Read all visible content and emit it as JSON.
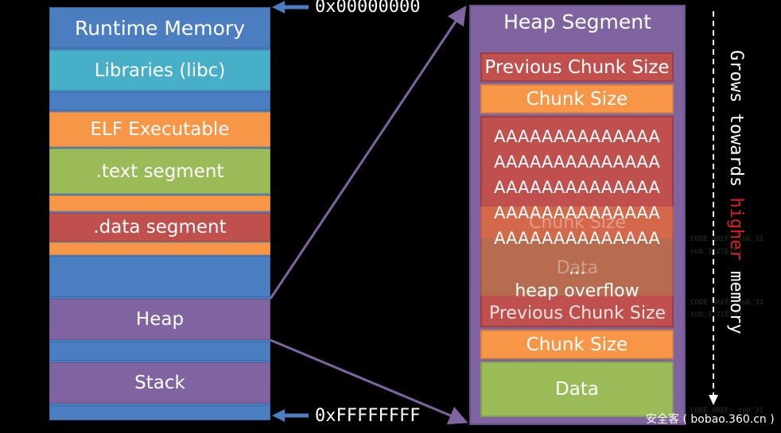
{
  "left": {
    "title": "Runtime Memory",
    "libraries": "Libraries (libc)",
    "elf": "ELF Executable",
    "text_segment": ".text segment",
    "data_segment": ".data segment",
    "heap": "Heap",
    "stack": "Stack"
  },
  "addresses": {
    "low": "0x00000000",
    "high": "0xFFFFFFFF"
  },
  "right": {
    "title": "Heap Segment",
    "prev_chunk_size": "Previous Chunk Size",
    "chunk_size": "Chunk Size",
    "overflow_lines": [
      "AAAAAAAAAAAAAA",
      "AAAAAAAAAAAAAA",
      "AAAAAAAAAAAAAA",
      "AAAAAAAAAAAAAA",
      "AAAAAAAAAAAAAA"
    ],
    "ellipsis": "…",
    "overflow_label": "heap overflow",
    "data": "Data"
  },
  "growth": {
    "prefix": "Grows towards",
    "highlight": "higher",
    "suffix": "memory"
  },
  "bg_code": [
    "CODE XREF: sub_31",
    "sub_3121E+55",
    "CODE XREF: sub_31",
    "sub_3121E+49",
    "CODE XREF: sub_31"
  ],
  "watermark": "安全客 ( bobao.360.cn )"
}
